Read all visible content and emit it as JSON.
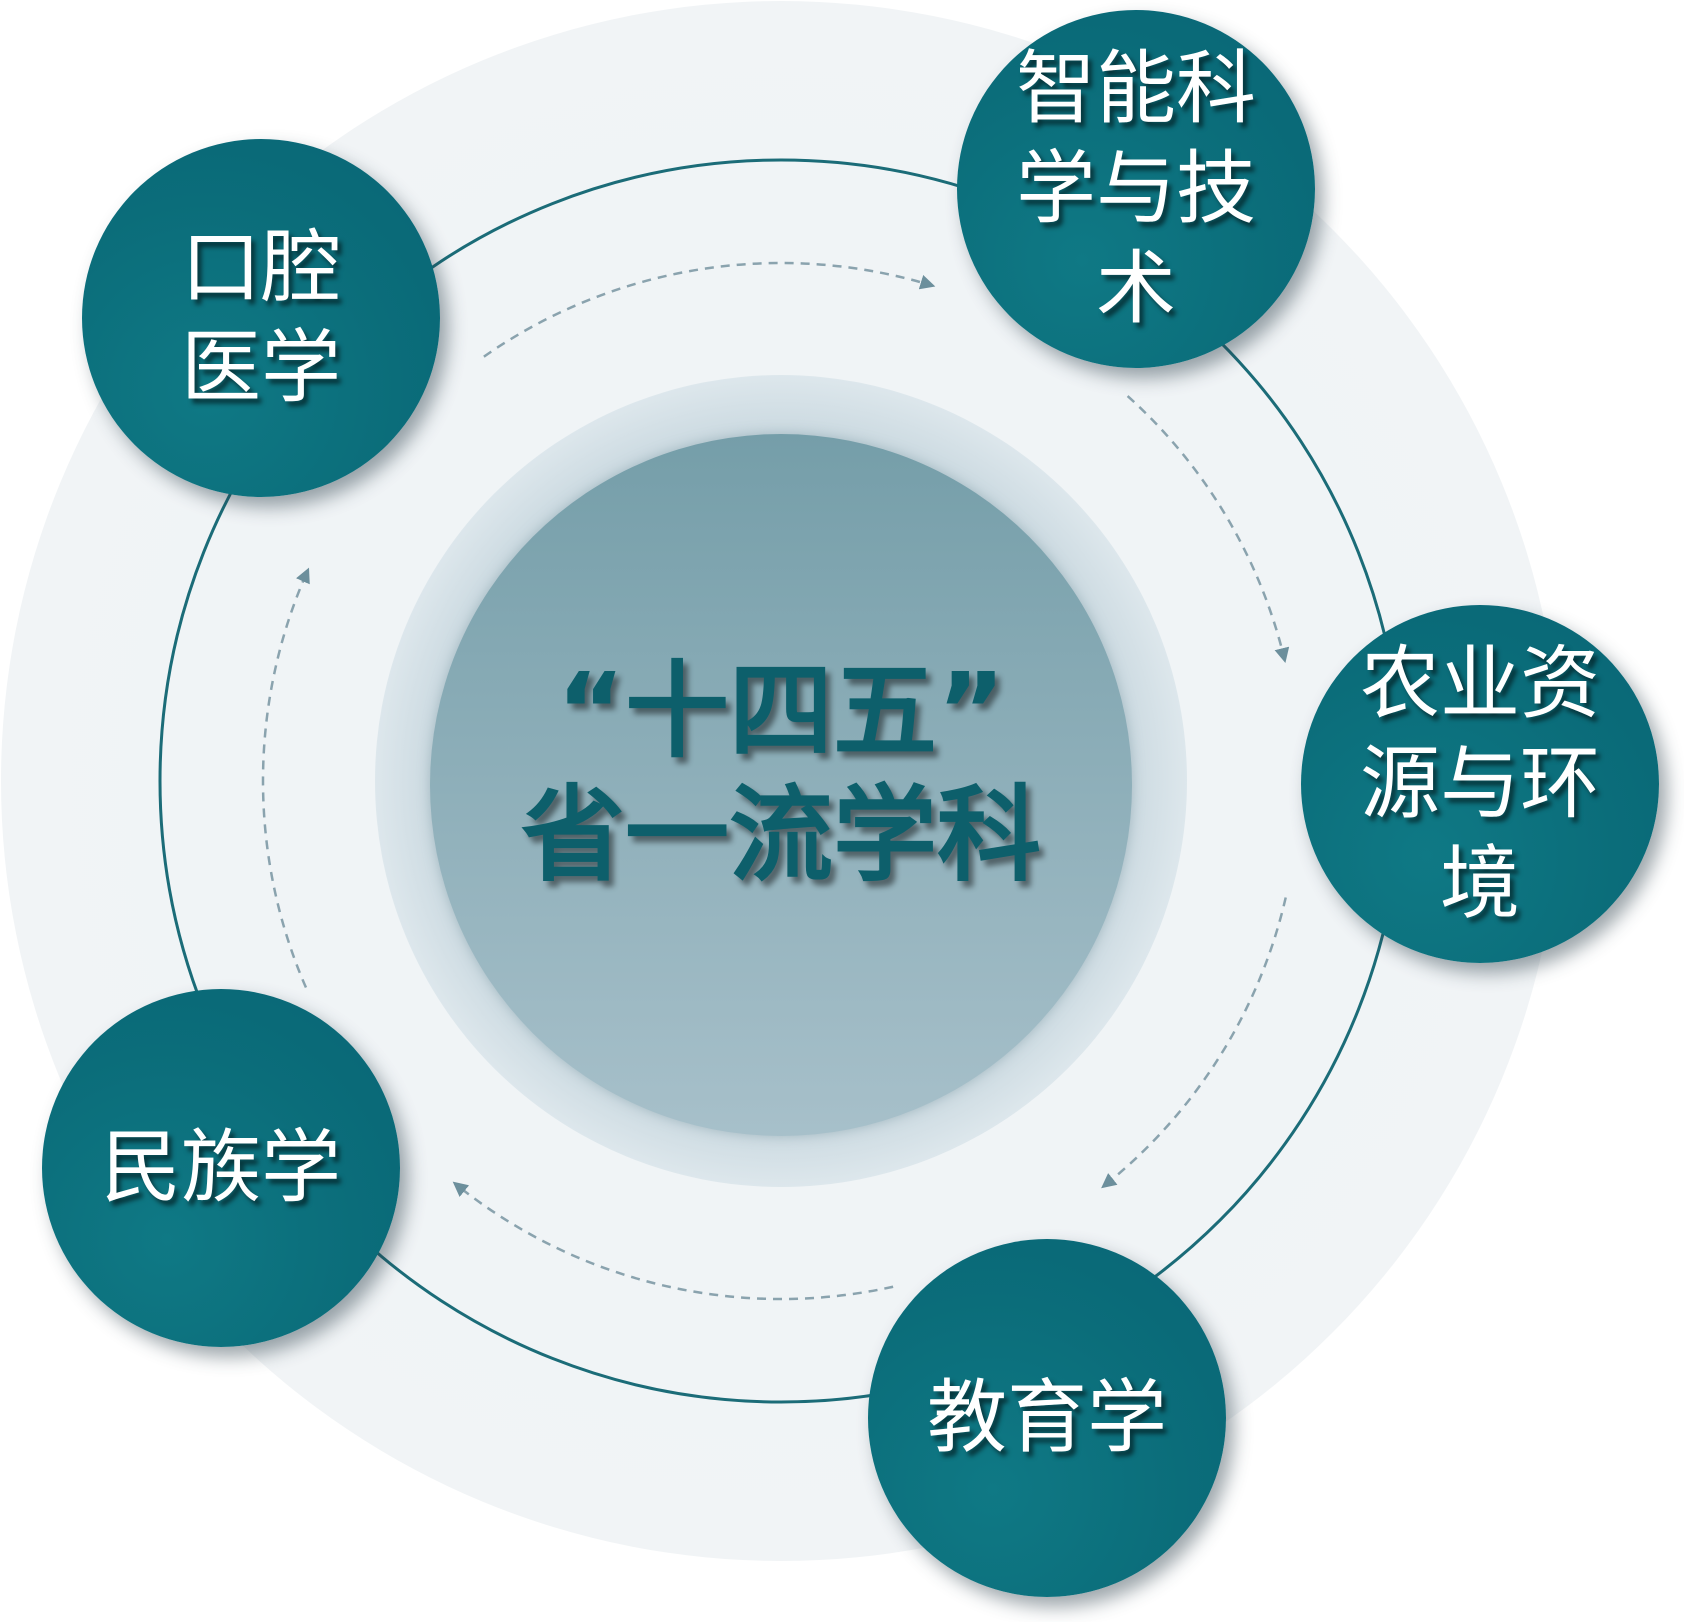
{
  "center": {
    "line1": "“十四五”",
    "line2": "省一流学科"
  },
  "disciplines": [
    {
      "label": "口腔医学",
      "lines": [
        "口腔",
        "医学"
      ]
    },
    {
      "label": "智能科学与技术",
      "lines": [
        "智能科",
        "学与技",
        "术"
      ]
    },
    {
      "label": "农业资源与环境",
      "lines": [
        "农业资",
        "源与环",
        "境"
      ]
    },
    {
      "label": "教育学",
      "lines": [
        "教育学"
      ]
    },
    {
      "label": "民族学",
      "lines": [
        "民族学"
      ]
    }
  ],
  "colors": {
    "node": "#0b6d7a",
    "ring": "#1b6c78",
    "center_text": "#0d5f6b",
    "dash": "#7f9aa6"
  }
}
